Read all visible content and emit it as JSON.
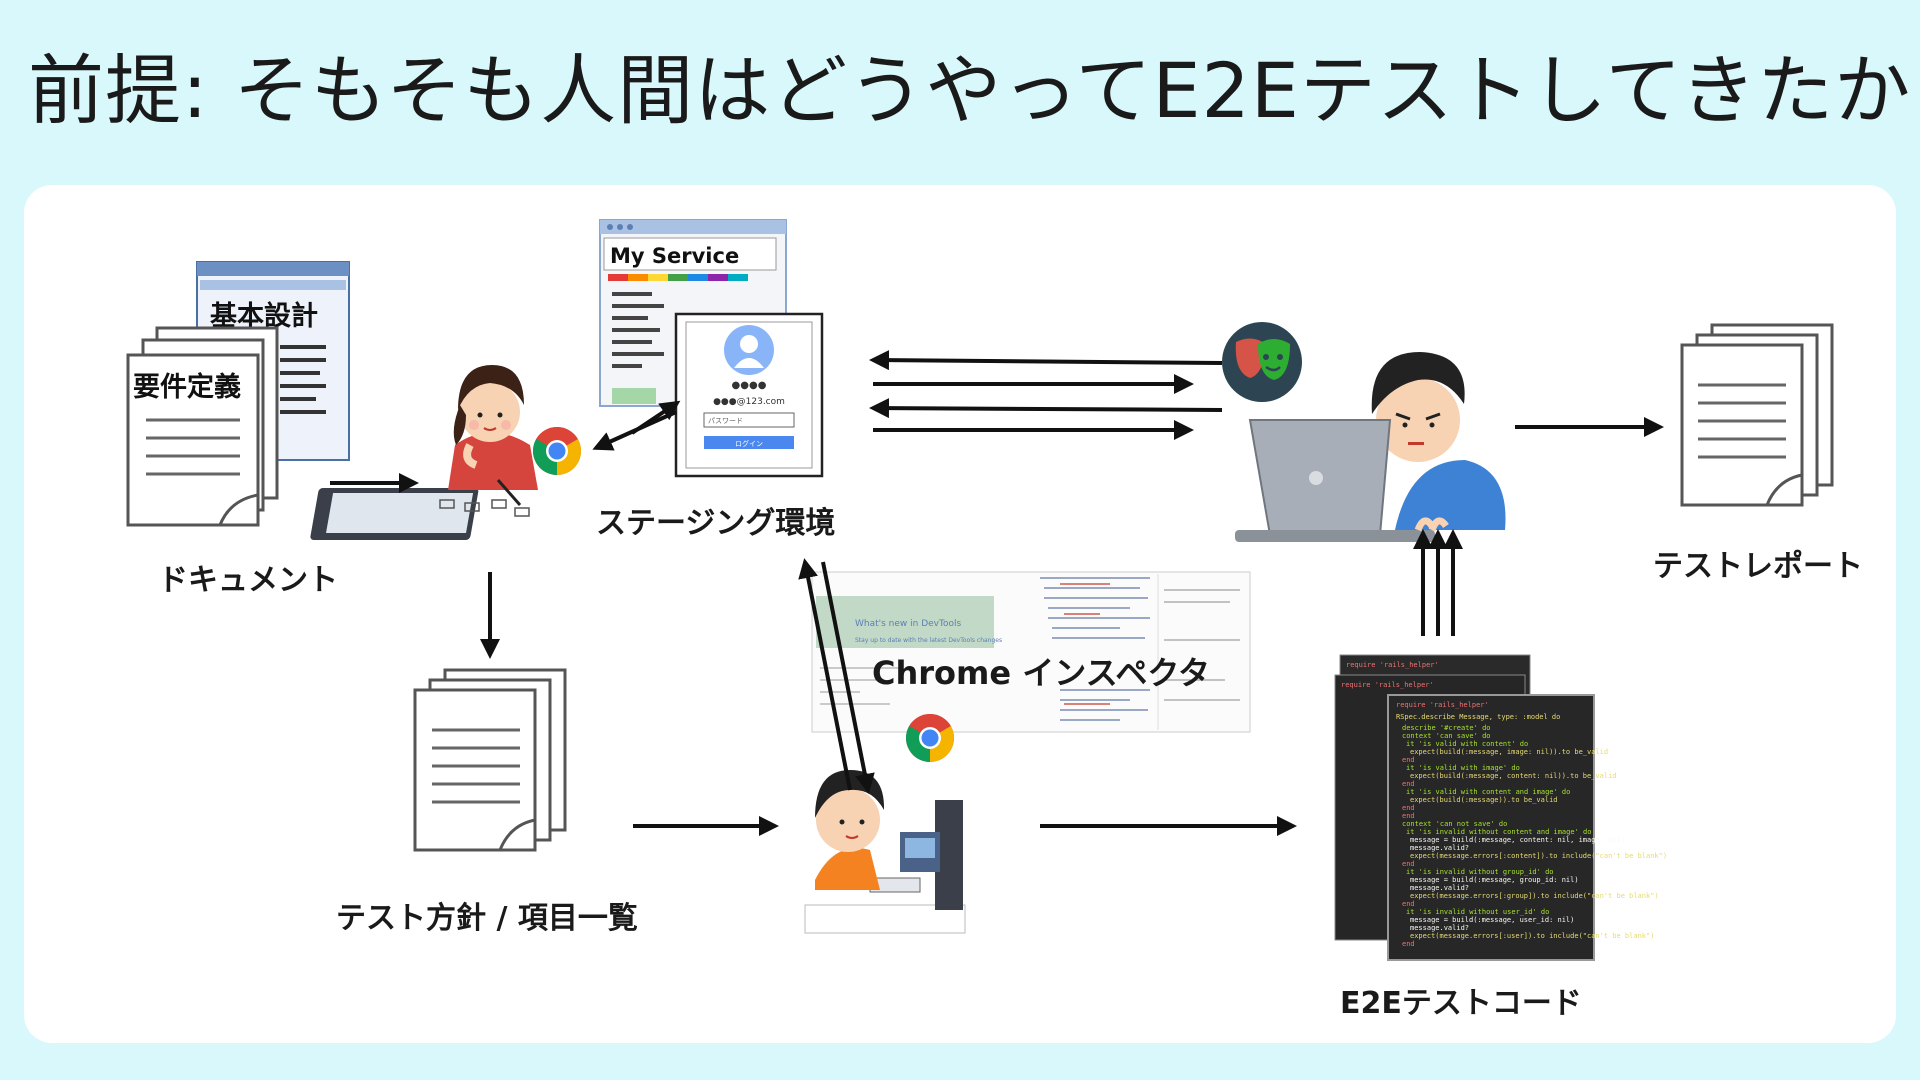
{
  "title": "前提: そもそも人間はどうやってE2Eテストしてきたか",
  "labels": {
    "documents": "ドキュメント",
    "staging": "ステージング環境",
    "test_plan": "テスト方針 / 項目一覧",
    "inspector": "Chrome インスペクタ",
    "test_report": "テストレポート",
    "e2e_code": "E2Eテストコード"
  },
  "doc_titles": {
    "basic_design": "基本設計",
    "requirements": "要件定義"
  },
  "mock_app": {
    "service_name": "My Service",
    "login_email": "●●●@123.com",
    "login_password_placeholder": "パスワード",
    "login_button": "ログイン",
    "masked": "●●●●"
  },
  "devtools": {
    "whats_new": "What's new in DevTools",
    "whats_new_sub": "Stay up to date with the latest DevTools changes"
  },
  "code_snippet": {
    "require_line": "require 'rails_helper'",
    "describe_line": "RSpec.describe Message, type: :model do",
    "lines": [
      "describe '#create' do",
      "context 'can save' do",
      "it 'is valid with content' do",
      "expect(build(:message, image: nil)).to be_valid",
      "end",
      "it 'is valid with image' do",
      "expect(build(:message, content: nil)).to be_valid",
      "end",
      "it 'is valid with content and image' do",
      "expect(build(:message)).to be_valid",
      "end",
      "end",
      "context 'can not save' do",
      "it 'is invalid without content and image' do",
      "message = build(:message, content: nil, image: nil)",
      "message.valid?",
      "expect(message.errors[:content]).to include(\"can't be blank\")",
      "end",
      "it 'is invalid without group_id' do",
      "message = build(:message, group_id: nil)",
      "message.valid?",
      "expect(message.errors[:group]).to include(\"can't be blank\")",
      "end",
      "it 'is invalid without user_id' do",
      "message = build(:message, user_id: nil)",
      "message.valid?",
      "expect(message.errors[:user]).to include(\"can't be blank\")",
      "end"
    ]
  },
  "colors": {
    "background": "#d9f8fb",
    "panel": "#ffffff",
    "arrow": "#111111",
    "chrome_red": "#db4437",
    "chrome_yellow": "#f4b400",
    "chrome_green": "#0f9d58",
    "chrome_blue": "#4285f4",
    "playwright_green": "#2ead33",
    "playwright_red": "#d65348"
  }
}
